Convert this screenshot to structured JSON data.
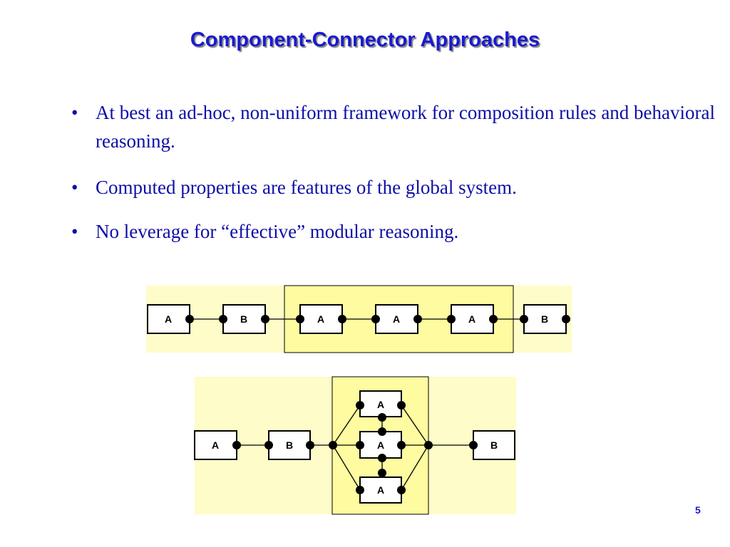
{
  "slide": {
    "title": "Component-Connector Approaches",
    "bullets": [
      "At best an ad-hoc, non-uniform framework for composition rules and behavioral reasoning.",
      "Computed properties are features of the global system.",
      "No leverage for  “effective” modular reasoning."
    ],
    "page_number": "5"
  },
  "diagram_top": {
    "components": [
      "A",
      "B",
      "A",
      "A",
      "A",
      "B"
    ]
  },
  "diagram_bottom": {
    "left_components": [
      "A",
      "B"
    ],
    "stack_components": [
      "A",
      "A",
      "A"
    ],
    "right_components": [
      "B"
    ]
  },
  "colors": {
    "title": "#1a1ad0",
    "text": "#0e0ea8",
    "panel_light": "#fefcc8",
    "panel_highlight": "#fefba0"
  }
}
